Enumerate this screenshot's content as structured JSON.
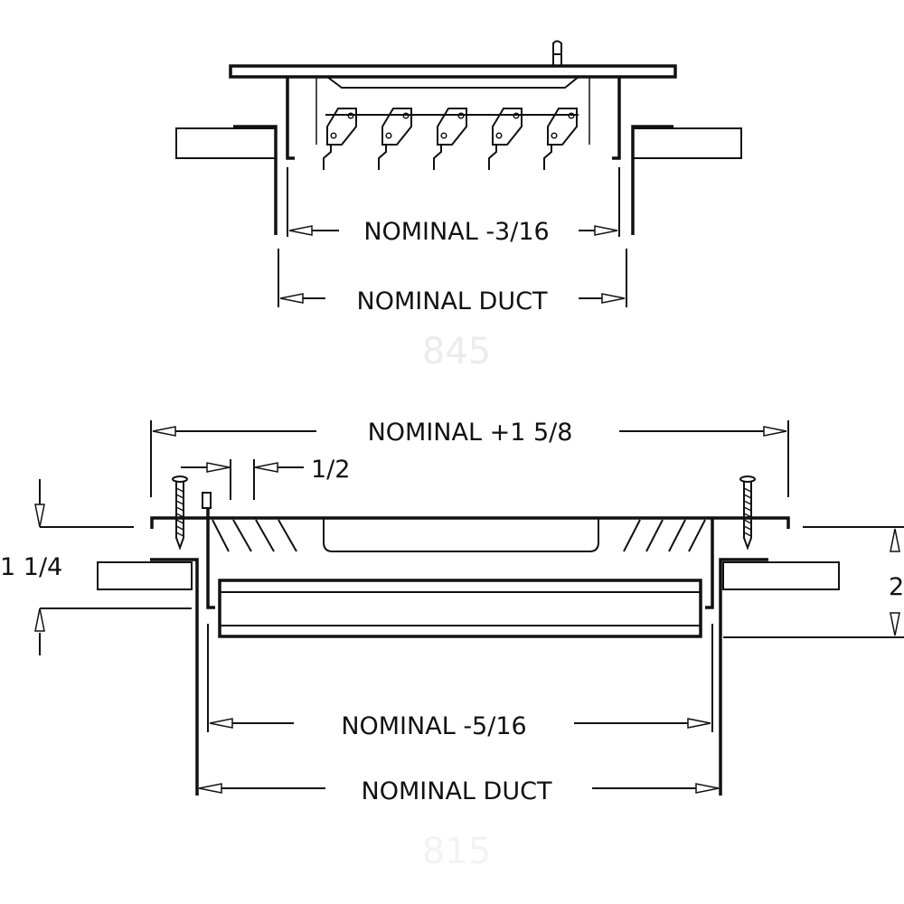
{
  "top_view": {
    "dim_inner": "NOMINAL -3/16",
    "dim_duct": "NOMINAL DUCT",
    "model_label": "845",
    "blade_count": 5
  },
  "bottom_view": {
    "dim_overall": "NOMINAL +1 5/8",
    "dim_flange": "1/2",
    "dim_left_height": "1 1/4",
    "dim_right_height": "2",
    "dim_inner": "NOMINAL -5/16",
    "dim_duct": "NOMINAL DUCT",
    "model_label": "815"
  }
}
